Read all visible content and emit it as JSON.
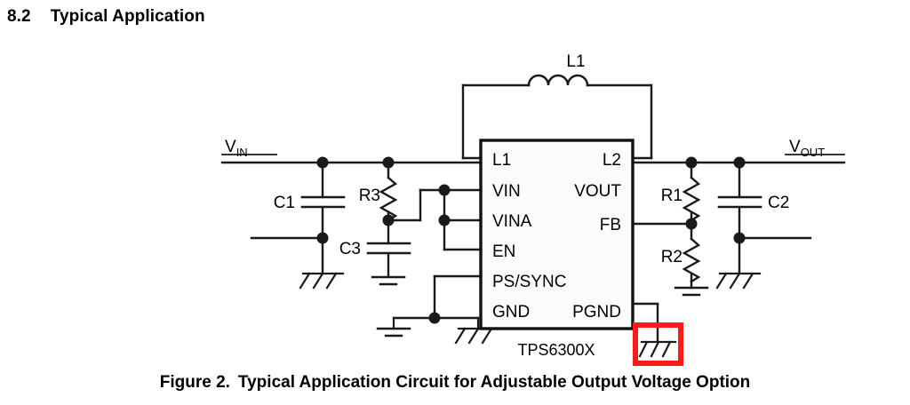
{
  "section": {
    "number": "8.2",
    "title": "Typical Application"
  },
  "figure": {
    "number": "Figure 2.",
    "caption": "Typical Application Circuit for Adjustable Output Voltage Option"
  },
  "schematic": {
    "ic": {
      "part_number": "TPS6300X",
      "pins_left": [
        "L1",
        "VIN",
        "VINA",
        "EN",
        "PS/SYNC",
        "GND"
      ],
      "pins_right": [
        "L2",
        "VOUT",
        "FB",
        "PGND"
      ]
    },
    "nets": {
      "input_label": "V",
      "input_sub": "IN",
      "output_label": "V",
      "output_sub": "OUT"
    },
    "components": [
      {
        "ref": "L1",
        "type": "inductor"
      },
      {
        "ref": "C1",
        "type": "capacitor"
      },
      {
        "ref": "C2",
        "type": "capacitor"
      },
      {
        "ref": "C3",
        "type": "capacitor"
      },
      {
        "ref": "R1",
        "type": "resistor"
      },
      {
        "ref": "R2",
        "type": "resistor"
      },
      {
        "ref": "R3",
        "type": "resistor"
      }
    ],
    "highlight": {
      "name": "pgnd-ground-highlight",
      "color": "#FF1A1A"
    },
    "colors": {
      "wire": "#1a1a1a",
      "ic_fill": "#fbfbf9",
      "ic_border": "#111111",
      "highlight": "#FF1A1A"
    }
  }
}
